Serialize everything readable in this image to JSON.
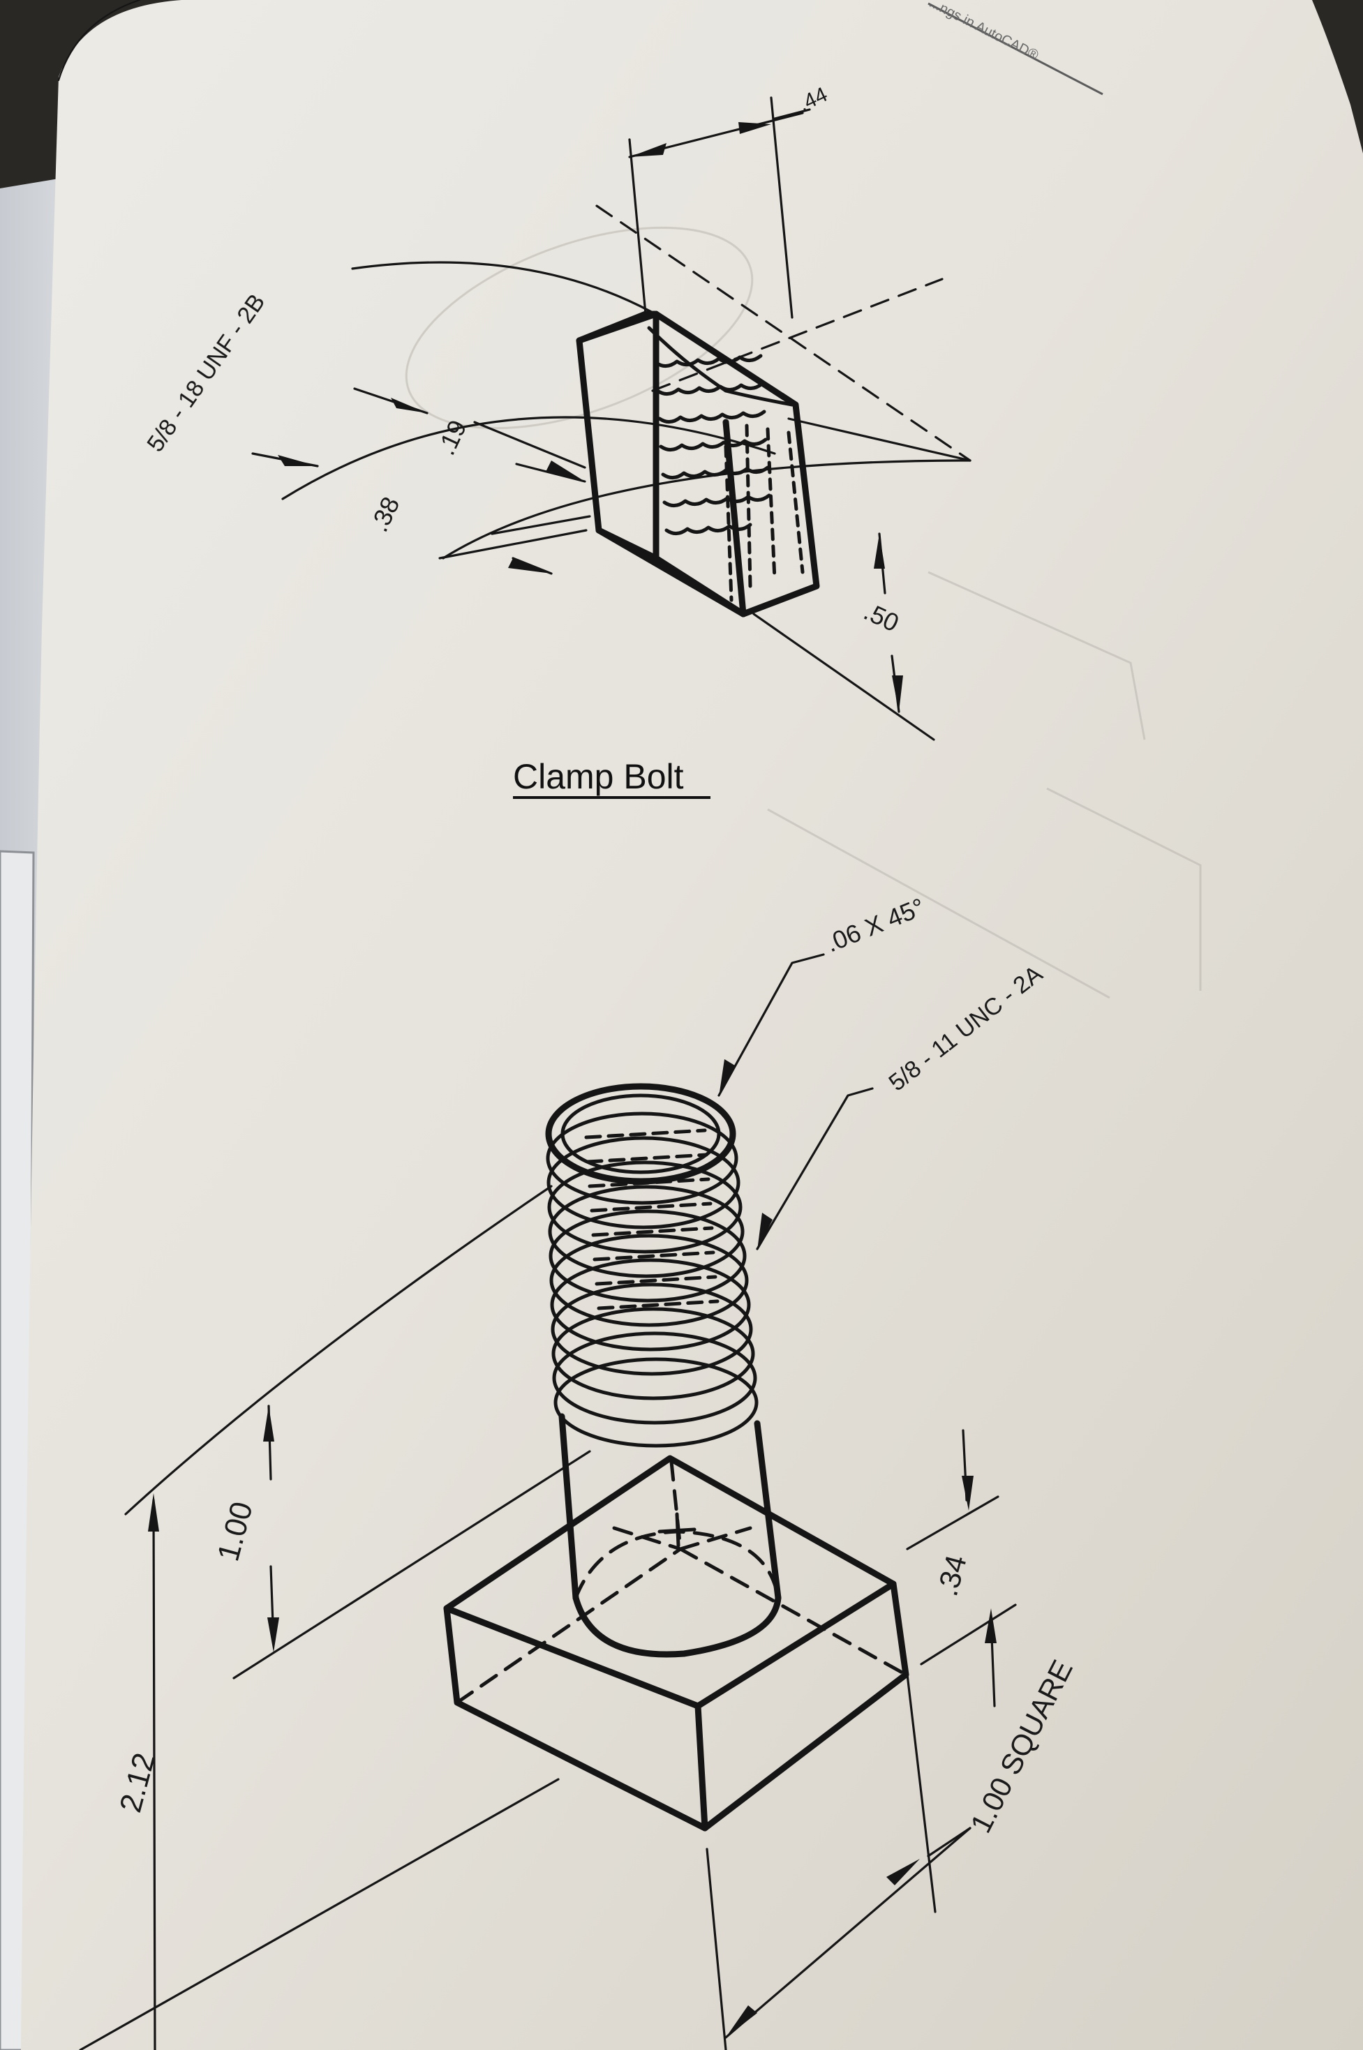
{
  "page": {
    "running_header": "...ngs in AutoCAD®"
  },
  "clamp_bolt_figure": {
    "caption": "Clamp Bolt",
    "thread_callout": "5/8 - 18 UNF - 2B",
    "dimensions": {
      "top_width": ".44",
      "offset_small": ".19",
      "depth": ".38",
      "height": ".50"
    }
  },
  "bolt_figure": {
    "chamfer_callout": ".06 X 45°",
    "thread_callout": "5/8 - 11 UNC - 2A",
    "dimensions": {
      "thread_length": "1.00",
      "overall_length": "2.12",
      "head_height": ".34",
      "head_size": "1.00 SQUARE"
    }
  },
  "colors": {
    "paper": "#e9e6df",
    "ink": "#151515",
    "background": "#2a2825"
  }
}
